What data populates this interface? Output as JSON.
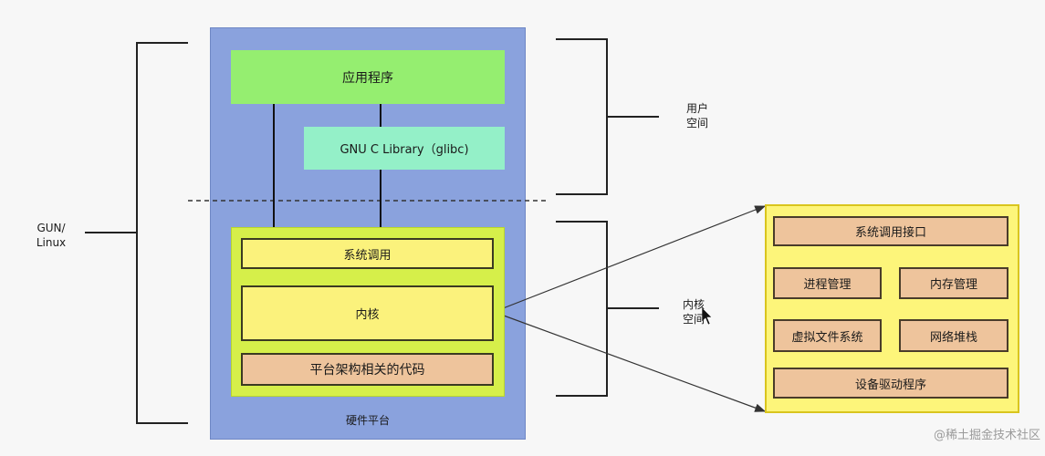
{
  "diagram": {
    "hardware_platform": "硬件平台",
    "application": "应用程序",
    "glibc": "GNU C Library（glibc)",
    "system_call": "系统调用",
    "kernel": "内核",
    "arch_code": "平台架构相关的代码",
    "side_labels": {
      "gnu_linux_line1": "GUN/",
      "gnu_linux_line2": "Linux",
      "user_space_line1": "用户",
      "user_space_line2": "空间",
      "kernel_space_line1": "内核",
      "kernel_space_line2": "空间"
    },
    "kernel_detail": {
      "syscall_interface": "系统调用接口",
      "process_mgmt": "进程管理",
      "memory_mgmt": "内存管理",
      "vfs": "虚拟文件系统",
      "network_stack": "网络堆栈",
      "device_drivers": "设备驱动程序"
    }
  },
  "watermark": "@稀土掘金技术社区",
  "colors": {
    "platform": "#8aa2dd",
    "application": "#95ee70",
    "glibc": "#94f0c8",
    "kernel_region": "#d6ef4a",
    "yellow_box": "#fbf27c",
    "tan_box": "#eec49c",
    "detail_panel": "#fdf57a"
  }
}
